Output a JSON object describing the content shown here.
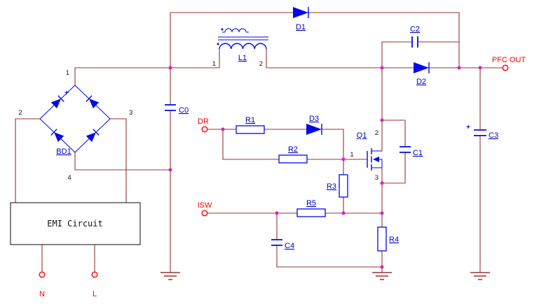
{
  "colors": {
    "wire": "#993333",
    "component": "#0008EE",
    "label": "#0000CC",
    "terminal": "#FF0000",
    "junction": "#D622BB",
    "pin_text": "#111111"
  },
  "components": {
    "bd1": {
      "label": "BD1",
      "plus": "+",
      "pins": [
        "1",
        "2",
        "3",
        "4"
      ]
    },
    "emi": {
      "label": "EMI Circuit"
    },
    "c0": {
      "label": "C0"
    },
    "l1": {
      "label": "L1",
      "pins": [
        "1",
        "2"
      ]
    },
    "d1": {
      "label": "D1"
    },
    "d2": {
      "label": "D2"
    },
    "d3": {
      "label": "D3"
    },
    "c1": {
      "label": "C1"
    },
    "c2": {
      "label": "C2"
    },
    "c3": {
      "label": "C3",
      "plus": "+"
    },
    "c4": {
      "label": "C4"
    },
    "r1": {
      "label": "R1"
    },
    "r2": {
      "label": "R2"
    },
    "r3": {
      "label": "R3"
    },
    "r4": {
      "label": "R4"
    },
    "r5": {
      "label": "R5"
    },
    "q1": {
      "label": "Q1",
      "pins": [
        "1",
        "2",
        "3"
      ]
    }
  },
  "terminals": {
    "dr": "DR",
    "isw": "ISW",
    "n": "N",
    "l": "L",
    "pfc_out": "PFC OUT"
  }
}
